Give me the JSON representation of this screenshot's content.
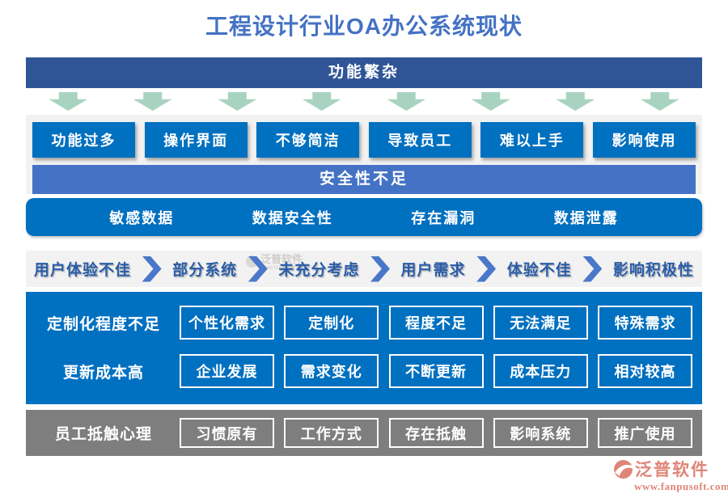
{
  "title": "工程设计行业OA办公系统现状",
  "colors": {
    "title_blue": "#4472C4",
    "dark_banner_blue": "#2F5597",
    "bright_blue": "#0070C0",
    "medium_blue": "#4472C4",
    "arrow_green": "#A9D3C1",
    "section_gray": "#F2F2F2",
    "block_gray": "#7E7E7E",
    "logo_salmon": "#DF8577"
  },
  "top_banner": {
    "label": "功能繁杂"
  },
  "arrow_count": 8,
  "function_items": [
    "功能过多",
    "操作界面",
    "不够简洁",
    "导致员工",
    "难以上手",
    "影响使用"
  ],
  "security": {
    "banner": "安全性不足",
    "items": [
      "敏感数据",
      "数据安全性",
      "存在漏洞",
      "数据泄露"
    ]
  },
  "experience_flow": [
    "用户体验不佳",
    "部分系统",
    "未充分考虑",
    "用户需求",
    "体验不佳",
    "影响积极性"
  ],
  "customization_row": {
    "label": "定制化程度不足",
    "items": [
      "个性化需求",
      "定制化",
      "程度不足",
      "无法满足",
      "特殊需求"
    ]
  },
  "update_cost_row": {
    "label": "更新成本高",
    "items": [
      "企业发展",
      "需求变化",
      "不断更新",
      "成本压力",
      "相对较高"
    ]
  },
  "resistance_row": {
    "label": "员工抵触心理",
    "items": [
      "习惯原有",
      "工作方式",
      "存在抵触",
      "影响系统",
      "推广使用"
    ]
  },
  "watermark": {
    "text": "泛普软件",
    "url": "www.fanpusoft.com"
  },
  "logo": {
    "text": "泛普软件",
    "url": "www.fanpusoft.com"
  }
}
